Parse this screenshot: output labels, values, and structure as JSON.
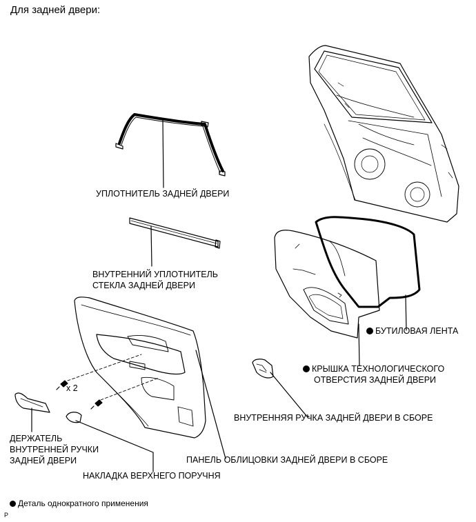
{
  "heading": "Для задней двери:",
  "labels": {
    "rear_door_weatherstrip": "УПЛОТНИТЕЛЬ ЗАДНЕЙ ДВЕРИ",
    "inner_glass_weatherstrip_line1": "ВНУТРЕННИЙ УПЛОТНИТЕЛЬ",
    "inner_glass_weatherstrip_line2": "СТЕКЛА ЗАДНЕЙ ДВЕРИ",
    "butyl_tape": "БУТИЛОВАЯ ЛЕНТА",
    "service_hole_cover_line1": "КРЫШКА ТЕХНОЛОГИЧЕСКОГО",
    "service_hole_cover_line2": "ОТВЕРСТИЯ ЗАДНЕЙ ДВЕРИ",
    "inside_handle_assy": "ВНУТРЕННЯЯ РУЧКА ЗАДНЕЙ ДВЕРИ В СБОРЕ",
    "trim_panel_assy": "ПАНЕЛЬ ОБЛИЦОВКИ ЗАДНЕЙ ДВЕРИ В СБОРЕ",
    "handle_bezel_line1": "ДЕРЖАТЕЛЬ",
    "handle_bezel_line2": "ВНУТРЕННЕЙ РУЧКИ",
    "handle_bezel_line3": "ЗАДНЕЙ ДВЕРИ",
    "armrest_cover": "НАКЛАДКА ВЕРХНЕГО ПОРУЧНЯ",
    "screw_count": "x 2"
  },
  "footnote": "Деталь однократного применения",
  "figure_code": "P",
  "colors": {
    "ink": "#000000",
    "background": "#ffffff"
  }
}
